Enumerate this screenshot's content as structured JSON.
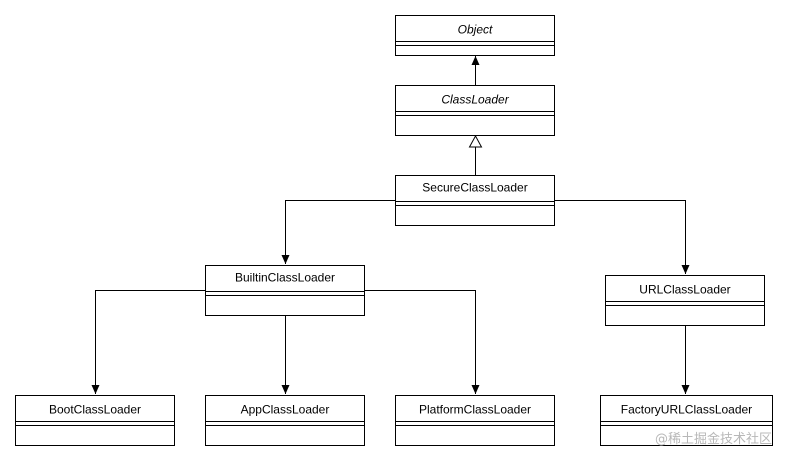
{
  "classes": {
    "object": {
      "name": "Object",
      "italic": true
    },
    "classloader": {
      "name": "ClassLoader",
      "italic": true
    },
    "secureclassloader": {
      "name": "SecureClassLoader",
      "italic": false
    },
    "builtinclassloader": {
      "name": "BuiltinClassLoader",
      "italic": false
    },
    "urlclassloader": {
      "name": "URLClassLoader",
      "italic": false
    },
    "bootclassloader": {
      "name": "BootClassLoader",
      "italic": false
    },
    "appclassloader": {
      "name": "AppClassLoader",
      "italic": false
    },
    "platformclassloader": {
      "name": "PlatformClassLoader",
      "italic": false
    },
    "factoryurlclassloader": {
      "name": "FactoryURLClassLoader",
      "italic": false
    }
  },
  "relations": [
    {
      "from": "classloader",
      "to": "object",
      "kind": "association"
    },
    {
      "from": "secureclassloader",
      "to": "classloader",
      "kind": "inheritance"
    },
    {
      "from": "secureclassloader",
      "to": "builtinclassloader",
      "kind": "association"
    },
    {
      "from": "secureclassloader",
      "to": "urlclassloader",
      "kind": "association"
    },
    {
      "from": "builtinclassloader",
      "to": "bootclassloader",
      "kind": "association"
    },
    {
      "from": "builtinclassloader",
      "to": "appclassloader",
      "kind": "association"
    },
    {
      "from": "builtinclassloader",
      "to": "platformclassloader",
      "kind": "association"
    },
    {
      "from": "urlclassloader",
      "to": "factoryurlclassloader",
      "kind": "association"
    }
  ],
  "watermark": "@稀土掘金技术社区"
}
